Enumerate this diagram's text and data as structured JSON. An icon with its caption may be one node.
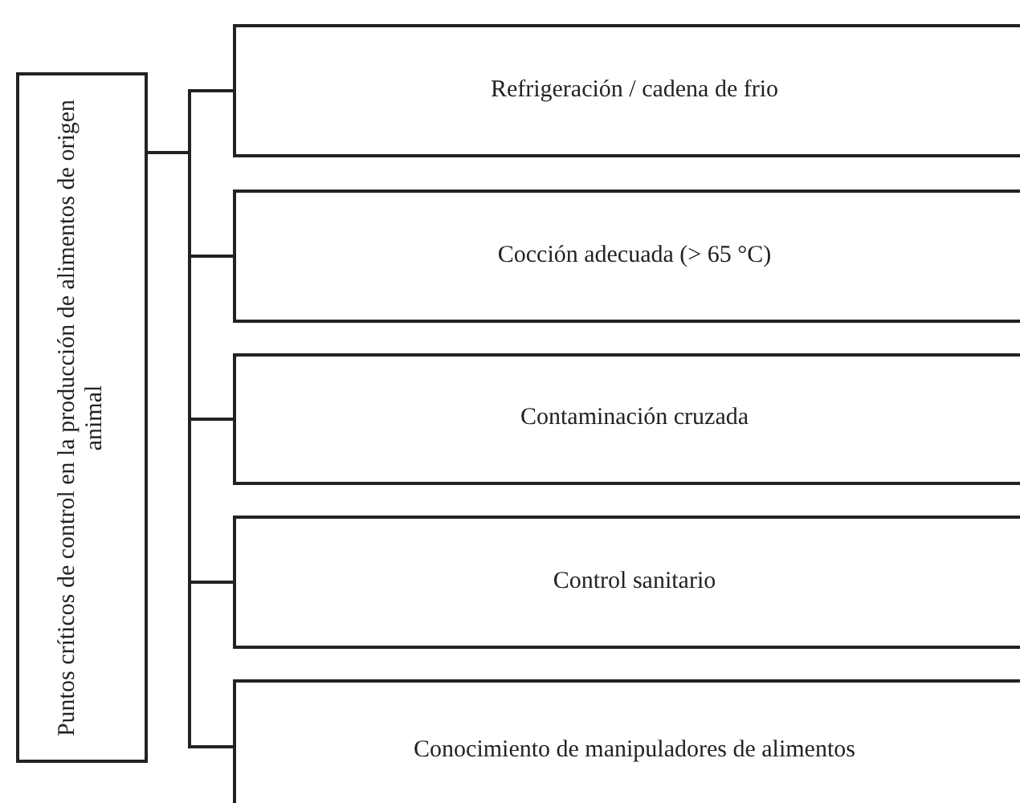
{
  "diagram": {
    "nodes": [
      {
        "text": [
          "Puntos críticos de control en la producción de alimentos de origen animal"
        ]
      },
      {
        "text": [
          "Refrigeración / cadena de frio"
        ]
      },
      {
        "text": [
          "Cocción adecuada (> 65 °C)"
        ]
      },
      {
        "text": [
          "Contaminación cruzada"
        ]
      },
      {
        "text": [
          "Control sanitario"
        ]
      },
      {
        "text": [
          "Conocimiento de manipuladores de alimentos"
        ]
      }
    ],
    "edges": [
      {
        "from": 0,
        "to": 1,
        "arrow": "none"
      },
      {
        "from": 0,
        "to": 2,
        "arrow": "none"
      },
      {
        "from": 0,
        "to": 3,
        "arrow": "none"
      },
      {
        "from": 0,
        "to": 4,
        "arrow": "none"
      },
      {
        "from": 0,
        "to": 5,
        "arrow": "none"
      }
    ]
  }
}
